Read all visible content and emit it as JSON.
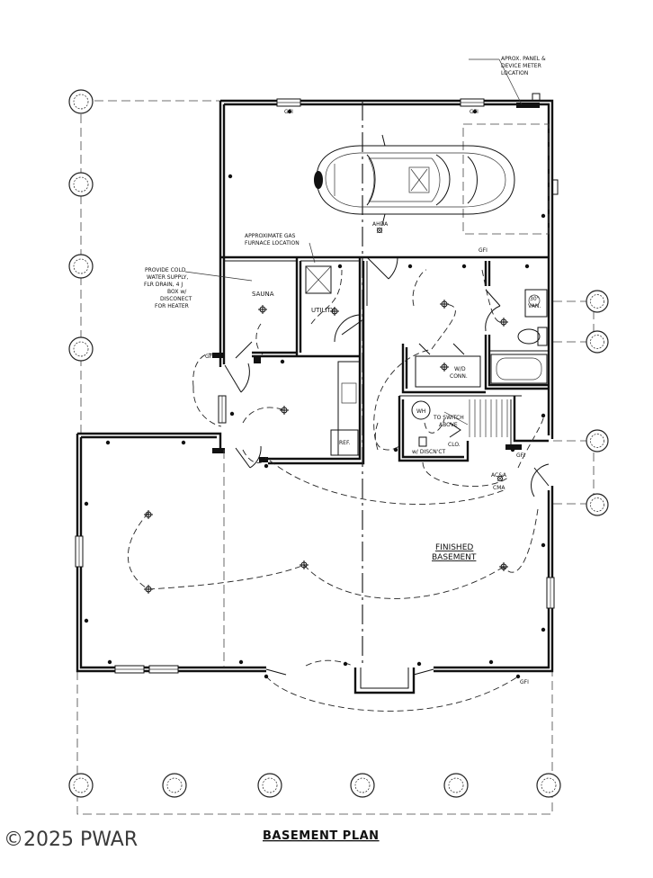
{
  "drawing": {
    "title": "BASEMENT PLAN",
    "watermark": "©2025 PWAR"
  },
  "notes": {
    "panel_line1": "APROX. PANEL &",
    "panel_line2": "DEVICE METER",
    "panel_line3": "LOCATION",
    "furnace_line1": "APPROXIMATE GAS",
    "furnace_line2": "FURNACE LOCATION",
    "sauna_note_line1": "PROVIDE COLD",
    "sauna_note_line2": "WATER SUPPLY,",
    "sauna_note_line3": "FLR DRAIN,  4 J",
    "sauna_note_line4": "BOX w/",
    "sauna_note_line5": "DISCONECT",
    "sauna_note_line6": "FOR HEATER",
    "switch_line1": "TO SWITCH",
    "switch_line2": "ABOVE"
  },
  "rooms": {
    "sauna": "SAUNA",
    "utility": "UTILITY",
    "ref": "REF.",
    "wd_line1": "W/D",
    "wd_line2": "CONN.",
    "clo": "CLO.",
    "disconnect": "w/ DISCN'CT",
    "wh": "WH",
    "van_line1": "30\"",
    "van_line2": "VAN.",
    "finished_line1": "FINISHED",
    "finished_line2": "BASEMENT"
  },
  "symbols": {
    "ahda": "AHDA",
    "acga_line1": "AC&A",
    "acga_line2": "CMA",
    "gfi": "GFI"
  }
}
